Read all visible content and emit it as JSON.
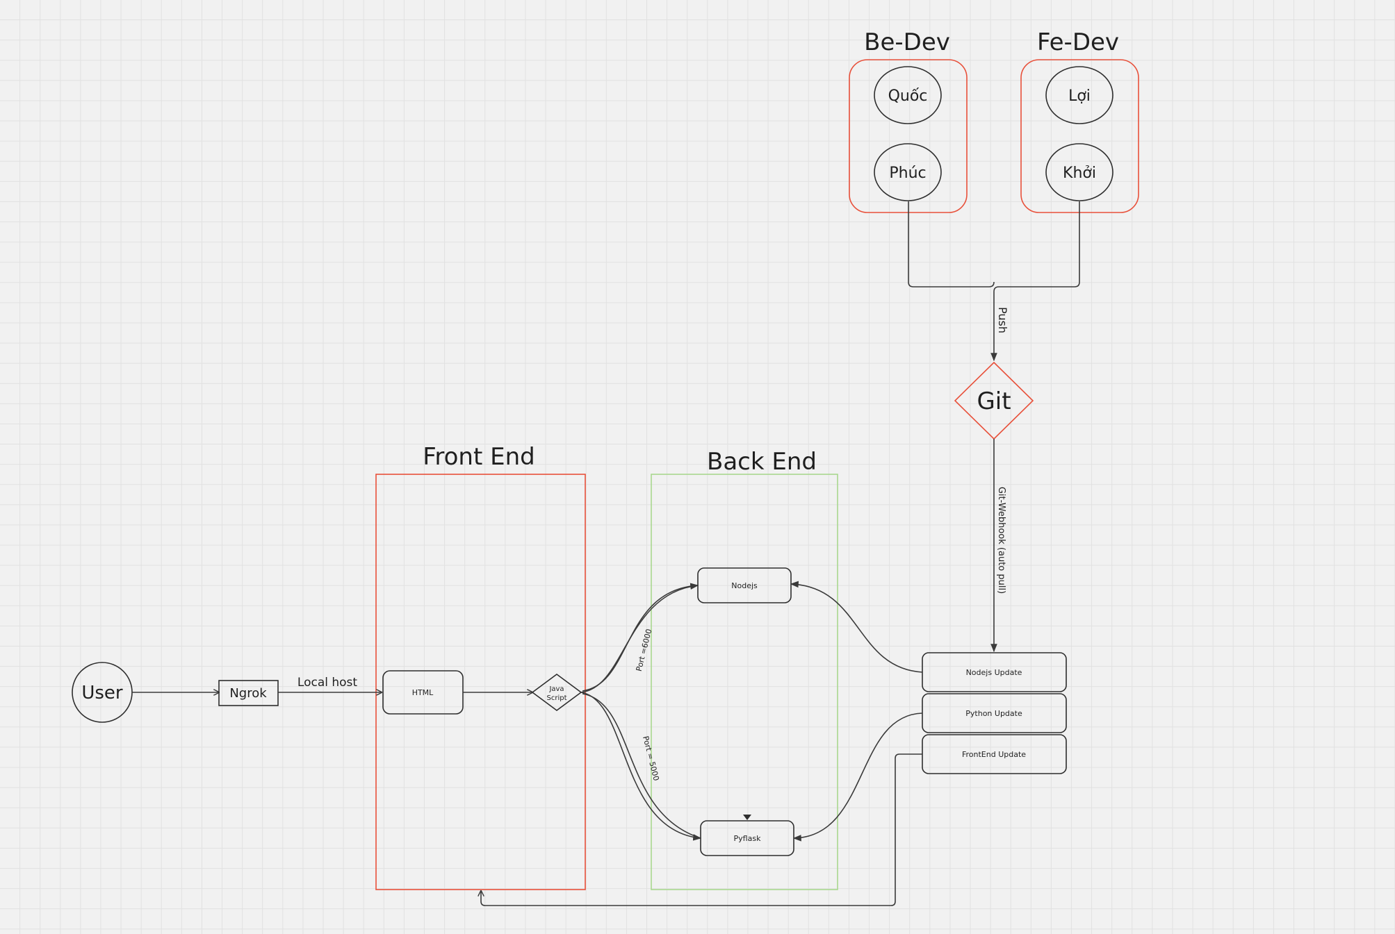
{
  "groups": {
    "be_dev": {
      "title": "Be-Dev",
      "members": [
        "Quốc",
        "Phúc"
      ]
    },
    "fe_dev": {
      "title": "Fe-Dev",
      "members": [
        "Lợi",
        "Khởi"
      ]
    },
    "front_end": {
      "title": "Front End"
    },
    "back_end": {
      "title": "Back End"
    }
  },
  "nodes": {
    "git": "Git",
    "user": "User",
    "ngrok": "Ngrok",
    "html": "HTML",
    "javascript_line1": "Java",
    "javascript_line2": "Script",
    "nodejs": "Nodejs",
    "pyflask": "Pyflask",
    "nodejs_update": "Nodejs Update",
    "python_update": "Python Update",
    "frontend_update": "FrontEnd Update"
  },
  "edges": {
    "push": "Push",
    "git_webhook": "Git-Webhook (auto pull)",
    "local_host": "Local host",
    "port_nodejs": "Port =6000",
    "port_pyflask": "Port = 5000"
  },
  "colors": {
    "background": "#f1f1f1",
    "grid": "#e1e1e1",
    "accent_red": "#e8503a",
    "accent_green": "#a9d88f",
    "stroke": "#3a3a3a",
    "text": "#1f1f1f"
  }
}
